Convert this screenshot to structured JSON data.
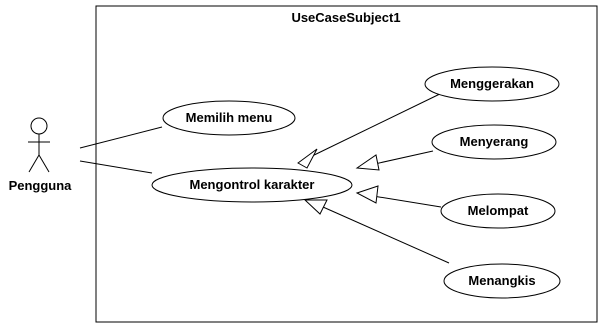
{
  "diagram": {
    "subject": {
      "label": "UseCaseSubject1"
    },
    "actor": {
      "label": "Pengguna"
    },
    "use_cases": {
      "memilih_menu": "Memilih menu",
      "mengontrol_karakter": "Mengontrol karakter",
      "menggerakan": "Menggerakan",
      "menyerang": "Menyerang",
      "melompat": "Melompat",
      "menangkis": "Menangkis"
    },
    "associations": [
      {
        "from": "Pengguna",
        "to": "Memilih menu"
      },
      {
        "from": "Pengguna",
        "to": "Mengontrol karakter"
      }
    ],
    "generalizations": [
      {
        "child": "Menggerakan",
        "parent": "Mengontrol karakter"
      },
      {
        "child": "Menyerang",
        "parent": "Mengontrol karakter"
      },
      {
        "child": "Melompat",
        "parent": "Mengontrol karakter"
      },
      {
        "child": "Menangkis",
        "parent": "Mengontrol karakter"
      }
    ]
  }
}
